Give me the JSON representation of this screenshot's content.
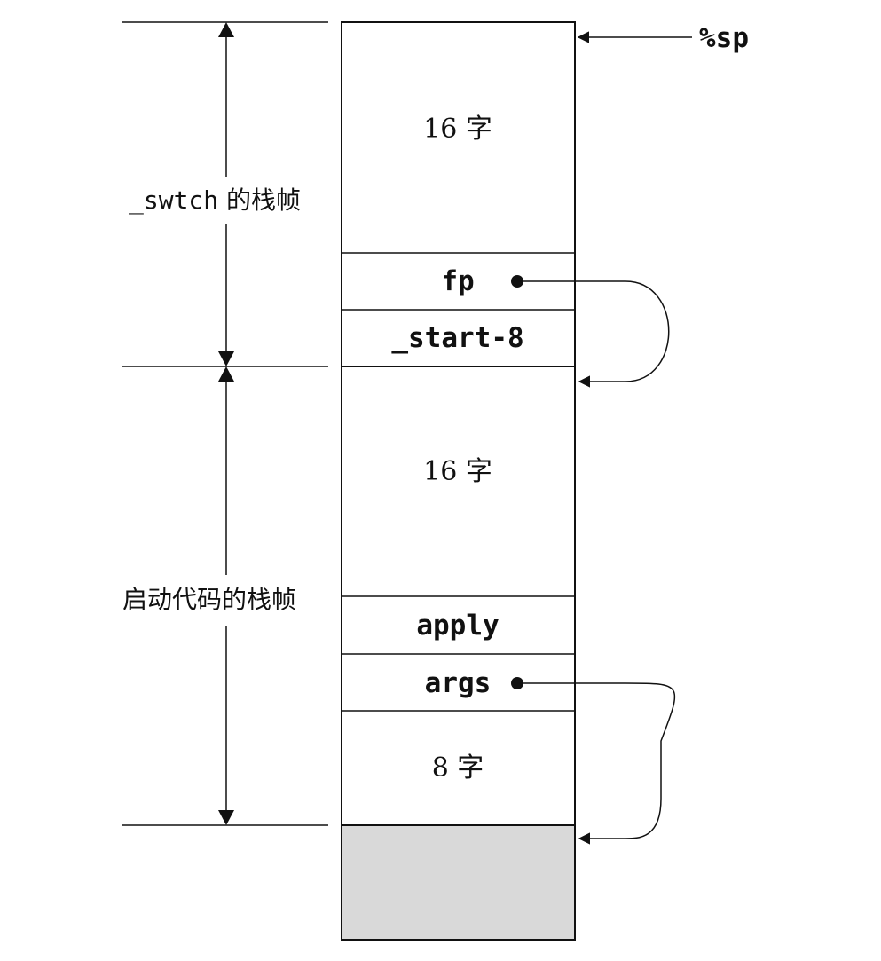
{
  "diagram": {
    "sp_label": "%sp",
    "frames": {
      "swtch": {
        "name_mono": "_swtch",
        "name_suffix": " 的栈帧"
      },
      "startup": {
        "label": "启动代码的栈帧"
      }
    },
    "cells": [
      {
        "id": "words16-a",
        "text": "16 字",
        "style": "serif"
      },
      {
        "id": "fp",
        "text": "fp",
        "style": "mono"
      },
      {
        "id": "start-8",
        "text": "_start-8",
        "style": "mono"
      },
      {
        "id": "words16-b",
        "text": "16 字",
        "style": "serif"
      },
      {
        "id": "apply",
        "text": "apply",
        "style": "mono"
      },
      {
        "id": "args",
        "text": "args",
        "style": "mono"
      },
      {
        "id": "words8",
        "text": "8 字",
        "style": "serif"
      }
    ],
    "colors": {
      "line": "#111111",
      "shaded_block": "#d9d9d9"
    }
  }
}
